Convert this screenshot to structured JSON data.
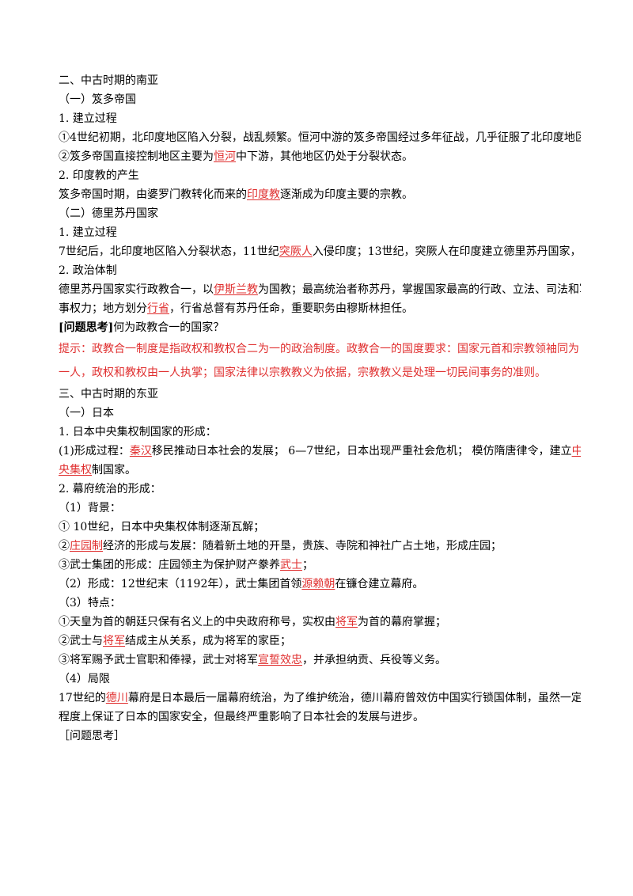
{
  "doc": {
    "s2": {
      "title": "二、中古时期的南亚",
      "gupta": {
        "heading": "（一）笈多帝国",
        "p1_title": "1.  建立过程",
        "p1_l1": "①4世纪初期，北印度地区陷入分裂，战乱频繁。恒河中游的笈多帝国经过多年征战，几乎征服了北印度地区；",
        "p1_l2a": "②笈多帝国直接控制地区主要为",
        "p1_l2k": "恒河",
        "p1_l2b": "中下游，其他地区仍处于分裂状态。",
        "p2_title": "2.  印度教的产生",
        "p2_l1a": "笈多帝国时期，由婆罗门教转化而来的",
        "p2_l1k": "印度教",
        "p2_l1b": "逐渐成为印度主要的宗教。"
      },
      "delhi": {
        "heading": "（二）德里苏丹国家",
        "p1_title": "1.  建立过程",
        "p1_l1a": "7世纪后，北印度地区陷入分裂状态，11世纪",
        "p1_l1k": "突厥人",
        "p1_l1b": "入侵印度；13世纪，突厥人在印度建立德里苏丹国家，",
        "p2_title": "2.  政治体制",
        "p2_l1a": "德里苏丹国家实行政教合一，以",
        "p2_l1k": "伊斯兰教",
        "p2_l1b": "为国教；最高统治者称苏丹，掌握国家最高的行政、立法、司法和军",
        "p2_l2a": "事权力；地方划分",
        "p2_l2k": "行省",
        "p2_l2b": "，行省总督有苏丹任命，重要职务由穆斯林担任。"
      },
      "question": {
        "label": "[问题思考]",
        "text": "何为政教合一的国家？",
        "ans_l1": "提示：政教合一制度是指政权和教权合二为一的政治制度。政教合一的国度要求：国家元首和宗教领袖同为",
        "ans_l2": "一人，政权和教权由一人执掌；国家法律以宗教教义为依据，宗教教义是处理一切民间事务的准则。"
      }
    },
    "s3": {
      "title": "三、中古时期的东亚",
      "japan": {
        "heading": "（一）日本",
        "p1_title": "1.  日本中央集权制国家的形成：",
        "p1_l1a": "(1)形成过程：",
        "p1_l1k1": "秦汉",
        "p1_l1b": "移民推动日本社会的发展；  6—7世纪，日本出现严重社会危机；  模仿隋唐律令，建立",
        "p1_l1k2": "中",
        "p1_l2k": "央集权",
        "p1_l2b": "制国家。",
        "p2_title": "2.  幕府统治的形成：",
        "bg_heading": "（1）背景：",
        "bg_l1": "①  10世纪，日本中央集权体制逐渐瓦解；",
        "bg_l2a": "②",
        "bg_l2k": "庄园制",
        "bg_l2b": "经济的形成与发展：随着新土地的开垦，贵族、寺院和神社广占土地，形成庄园；",
        "bg_l3a": "③武士集团的形成：庄园领主为保护财产豢养",
        "bg_l3k": "武士",
        "bg_l3b": "；",
        "form_a": "（2）形成：12世纪末（1192年），武士集团首领",
        "form_k": "源赖朝",
        "form_b": "在镰仓建立幕府。",
        "feat_heading": "（3）特点：",
        "feat_l1a": "①天皇为首的朝廷只保有名义上的中央政府称号，实权由",
        "feat_l1k": "将军",
        "feat_l1b": "为首的幕府掌握；",
        "feat_l2a": "②武士与",
        "feat_l2k": "将军",
        "feat_l2b": "结成主从关系，成为将军的家臣；",
        "feat_l3a": "③将军赐予武士官职和俸禄，武士对将军",
        "feat_l3k": "宣誓效忠",
        "feat_l3b": "，并承担纳贡、兵役等义务。",
        "lim_heading": "（4）局限",
        "lim_l1a": "17世纪的",
        "lim_l1k": "德川",
        "lim_l1b": "幕府是日本最后一届幕府统治，为了维护统治，德川幕府曾效仿中国实行锁国体制，虽然一定",
        "lim_l2": "程度上保证了日本的国家安全，但最终严重影响了日本社会的发展与进步。"
      },
      "question_label": "［问题思考］"
    }
  },
  "colors": {
    "keyword": "#e03030",
    "text": "#000000"
  }
}
